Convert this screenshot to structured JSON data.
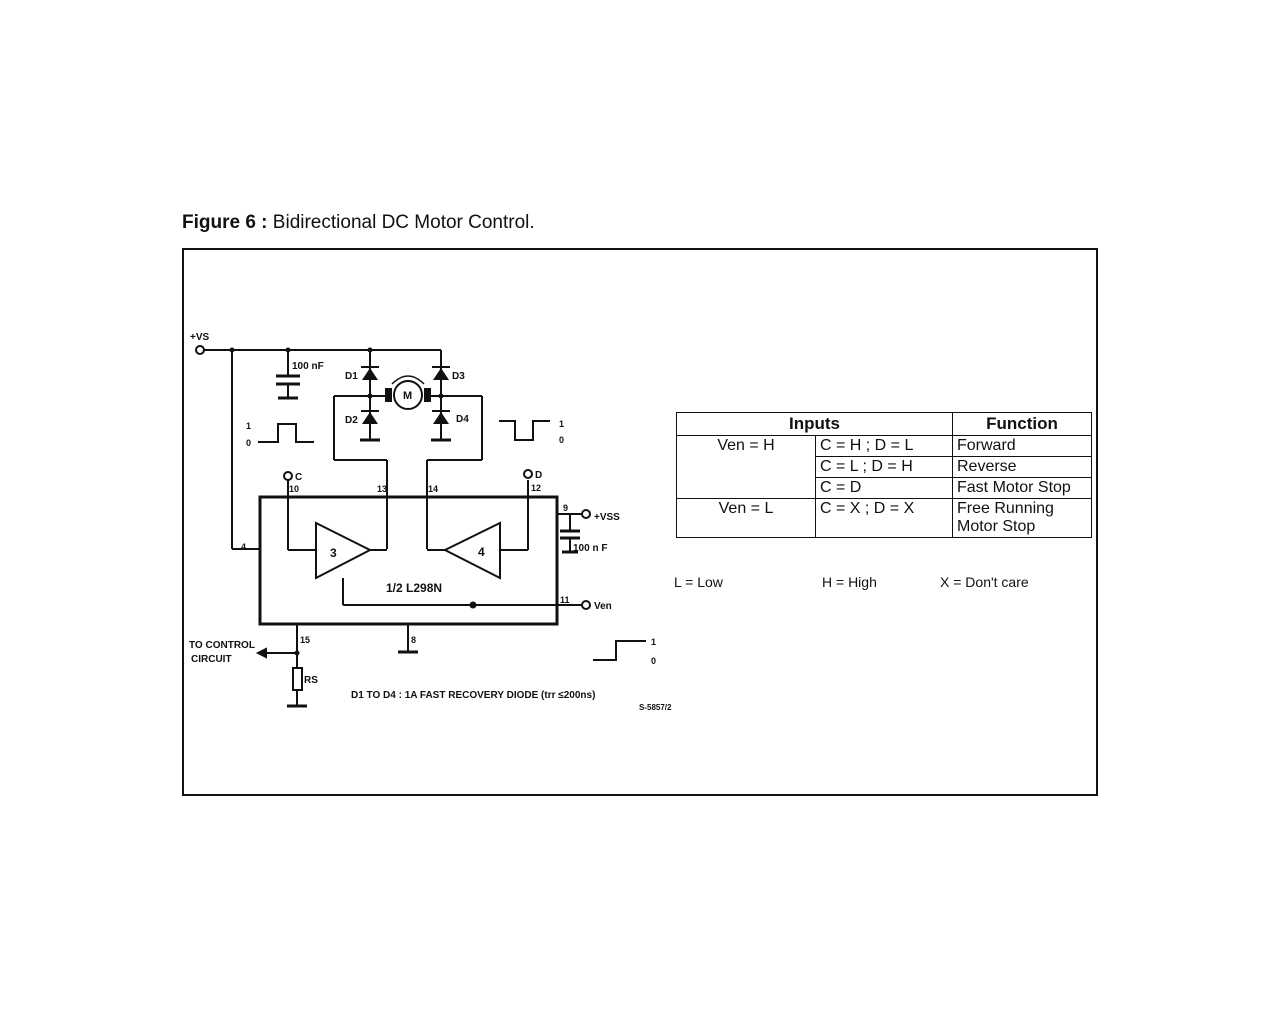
{
  "figure": {
    "label": "Figure 6 :",
    "caption": "Bidirectional DC Motor Control."
  },
  "schematic": {
    "supply_vs": "+VS",
    "cap_top": "100 nF",
    "cap_right": "100 n F",
    "vss": "+VSS",
    "ven": "Ven",
    "diodes": [
      "D1",
      "D2",
      "D3",
      "D4"
    ],
    "motor": "M",
    "input_c": "C",
    "input_d": "D",
    "pins": [
      "4",
      "10",
      "13",
      "14",
      "12",
      "9",
      "11",
      "15",
      "8"
    ],
    "amp_left": "3",
    "amp_right": "4",
    "chip": "1/2  L298N",
    "to_control": [
      "TO CONTROL",
      "CIRCUIT"
    ],
    "rs": "RS",
    "diode_note": "D1 TO D4 : 1A FAST RECOVERY DIODE (trr ≤200ns)",
    "ref": "S-5857/2",
    "levels": {
      "high": "1",
      "low": "0"
    }
  },
  "truth_table": {
    "header_inputs": "Inputs",
    "header_function": "Function",
    "rows": [
      {
        "ven": "Ven = H",
        "cd": "C = H ; D = L",
        "func": "Forward"
      },
      {
        "ven": "",
        "cd": "C = L ; D = H",
        "func": "Reverse"
      },
      {
        "ven": "",
        "cd": "C = D",
        "func": "Fast Motor Stop"
      },
      {
        "ven": "Ven = L",
        "cd": "C = X ; D = X",
        "func": "Free Running Motor Stop"
      }
    ],
    "legend": [
      "L = Low",
      "H = High",
      "X = Don't care"
    ]
  }
}
